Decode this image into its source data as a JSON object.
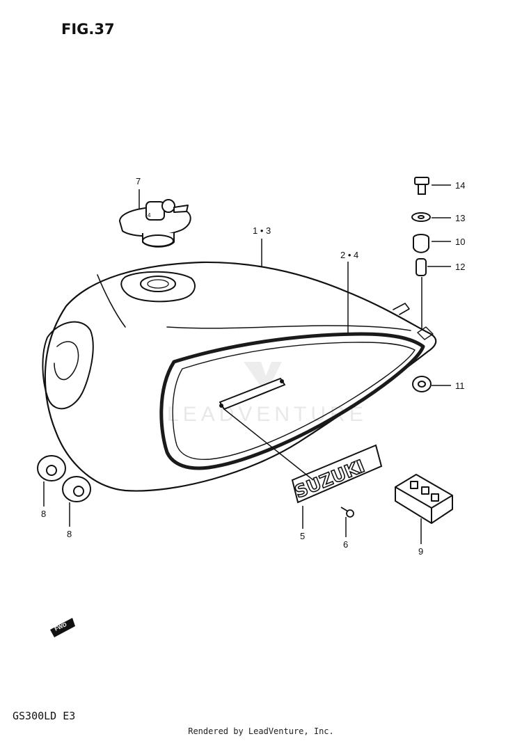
{
  "figure": {
    "title": "FIG.37",
    "model": "GS300LD  E3",
    "footer": "Rendered by LeadVenture, Inc.",
    "watermark": "LEADVENTURE",
    "emblem_text": "SUZUKI",
    "arrow_text": "FWD"
  },
  "callouts": [
    {
      "id": "1-3",
      "text": "1 • 3"
    },
    {
      "id": "2-4",
      "text": "2 • 4"
    },
    {
      "id": "5",
      "text": "5"
    },
    {
      "id": "6",
      "text": "6"
    },
    {
      "id": "7",
      "text": "7"
    },
    {
      "id": "8a",
      "text": "8"
    },
    {
      "id": "8b",
      "text": "8"
    },
    {
      "id": "9",
      "text": "9"
    },
    {
      "id": "10",
      "text": "10"
    },
    {
      "id": "11",
      "text": "11"
    },
    {
      "id": "12",
      "text": "12"
    },
    {
      "id": "13",
      "text": "13"
    },
    {
      "id": "14",
      "text": "14"
    }
  ]
}
